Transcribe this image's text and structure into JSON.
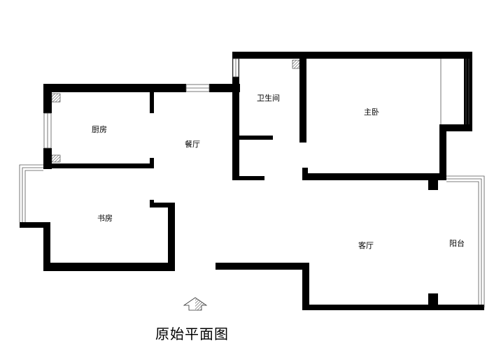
{
  "title": "原始平面图",
  "rooms": {
    "kitchen": "厨房",
    "dining": "餐厅",
    "bathroom": "卫生间",
    "master_bedroom": "主卧",
    "study": "书房",
    "living_room": "客厅",
    "balcony": "阳台"
  },
  "colors": {
    "wall": "#000000",
    "window": "#555555",
    "hatch": "#666666"
  },
  "icons": {
    "entrance": "entrance-arrow-icon"
  }
}
